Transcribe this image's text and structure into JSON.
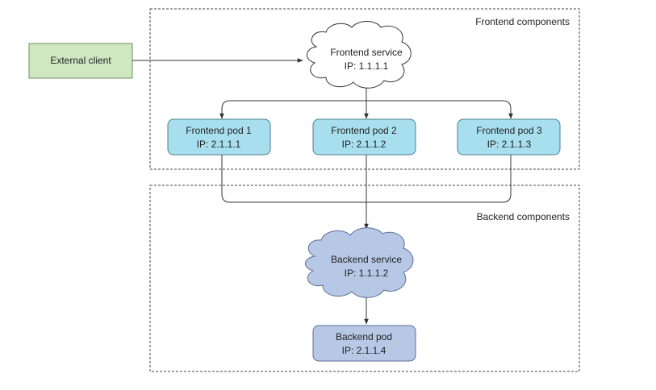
{
  "groups": {
    "frontend": {
      "label": "Frontend components"
    },
    "backend": {
      "label": "Backend components"
    }
  },
  "external_client": {
    "label": "External client"
  },
  "frontend_service": {
    "name": "Frontend service",
    "ip": "IP: 1.1.1.1"
  },
  "frontend_pods": [
    {
      "name": "Frontend pod 1",
      "ip": "IP: 2.1.1.1"
    },
    {
      "name": "Frontend pod 2",
      "ip": "IP: 2.1.1.2"
    },
    {
      "name": "Frontend pod 3",
      "ip": "IP: 2.1.1.3"
    }
  ],
  "backend_service": {
    "name": "Backend service",
    "ip": "IP: 1.1.1.2"
  },
  "backend_pod": {
    "name": "Backend pod",
    "ip": "IP: 2.1.1.4"
  },
  "colors": {
    "external_client_fill": "#cfe8c2",
    "external_client_stroke": "#6f8f5c",
    "frontend_pod_fill": "#a8dfee",
    "frontend_pod_stroke": "#4a7f8f",
    "backend_fill": "#b7c8e6",
    "backend_stroke": "#5a6f95",
    "cloud_frontend_fill": "#ffffff",
    "line": "#333333"
  }
}
